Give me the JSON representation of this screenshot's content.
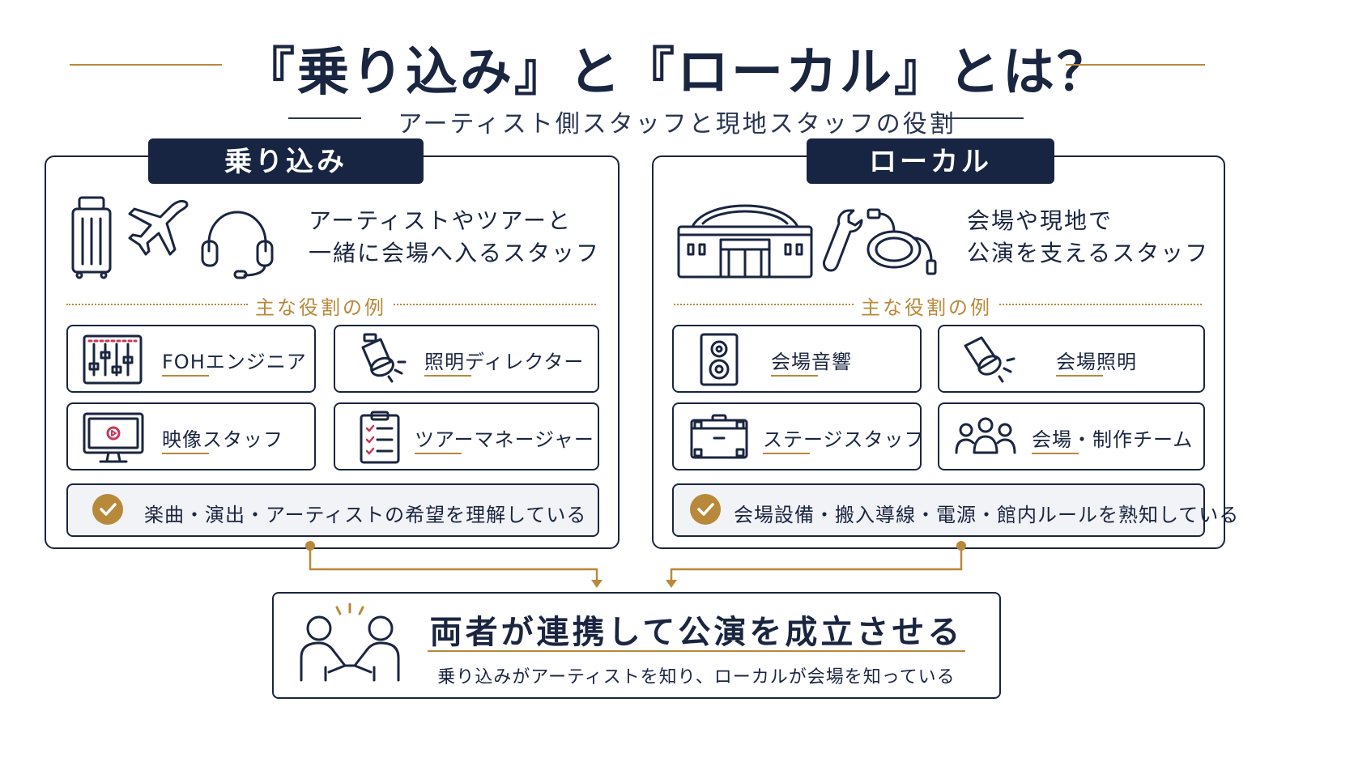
{
  "title": "『乗り込み』と『ローカル』とは？",
  "subtitle": "アーティスト側スタッフと現地スタッフの役割",
  "left": {
    "tab": "乗り込み",
    "desc_line1": "アーティストやツアーと",
    "desc_line2": "一緒に会場へ入るスタッフ",
    "roles_label": "主な役割の例",
    "roles": [
      "FOHエンジニア",
      "照明ディレクター",
      "映像スタッフ",
      "ツアーマネージャー"
    ],
    "note": "楽曲・演出・アーティストの希望を理解している"
  },
  "right": {
    "tab": "ローカル",
    "desc_line1": "会場や現地で",
    "desc_line2": "公演を支えるスタッフ",
    "roles_label": "主な役割の例",
    "roles": [
      "会場音響",
      "会場照明",
      "ステージスタッフ",
      "会場・制作チーム"
    ],
    "note": "会場設備・搬入導線・電源・館内ルールを熟知している"
  },
  "bottom": {
    "title": "両者が連携して公演を成立させる",
    "subtitle": "乗り込みがアーティストを知り、ローカルが会場を知っている"
  },
  "colors": {
    "navy": "#182542",
    "gold": "#b8893a",
    "note_bg": "#f2f3f6"
  },
  "icons": [
    "suitcase-icon",
    "airplane-icon",
    "headset-icon",
    "arena-icon",
    "wrench-icon",
    "cable-icon",
    "mixer-icon",
    "spotlight-icon",
    "monitor-icon",
    "clipboard-icon",
    "speaker-icon",
    "road-case-icon",
    "team-icon",
    "check-icon",
    "handshake-icon"
  ]
}
